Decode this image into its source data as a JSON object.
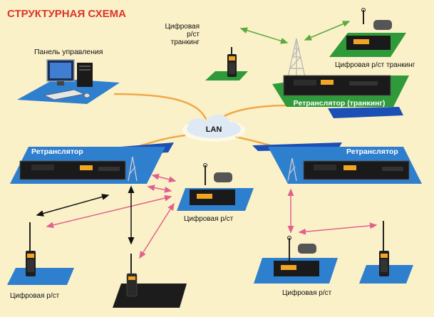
{
  "title": "СТРУКТУРНАЯ СХЕМА",
  "labels": {
    "control_panel": "Панель управления",
    "trunk_radio": "Цифровая р/ст транкинг",
    "trunk_radio_left": [
      "Цифровая",
      "р/ст",
      "транкинг"
    ],
    "trunk_base_radio": "Цифровая р/ст транкинг",
    "trunk_repeater": "Ретранслятор (транкинг)",
    "lan": "LAN",
    "repeater_left": "Ретранслятор",
    "repeater_right": "Ретранслятор",
    "digital_radio_mid": "Цифровая р/ст",
    "digital_radio_bottom_left": "Цифровая р/ст",
    "digital_radio_bottom_right": "Цифровая р/ст"
  },
  "colors": {
    "background": "#fbf1c9",
    "title": "#d9362b",
    "panel_blue": "#2f7fcf",
    "panel_green": "#2f9a3a",
    "lan_line": "#f0a848",
    "arrow_green": "#5aaa3c",
    "arrow_pink": "#e0628c",
    "arrow_black": "#111111",
    "label_text": "#ffffff",
    "body_text": "#111111"
  },
  "icons": [
    "computer-icon",
    "handheld-radio-icon",
    "mobile-radio-icon",
    "repeater-icon",
    "antenna-tower-icon",
    "cloud-icon"
  ]
}
